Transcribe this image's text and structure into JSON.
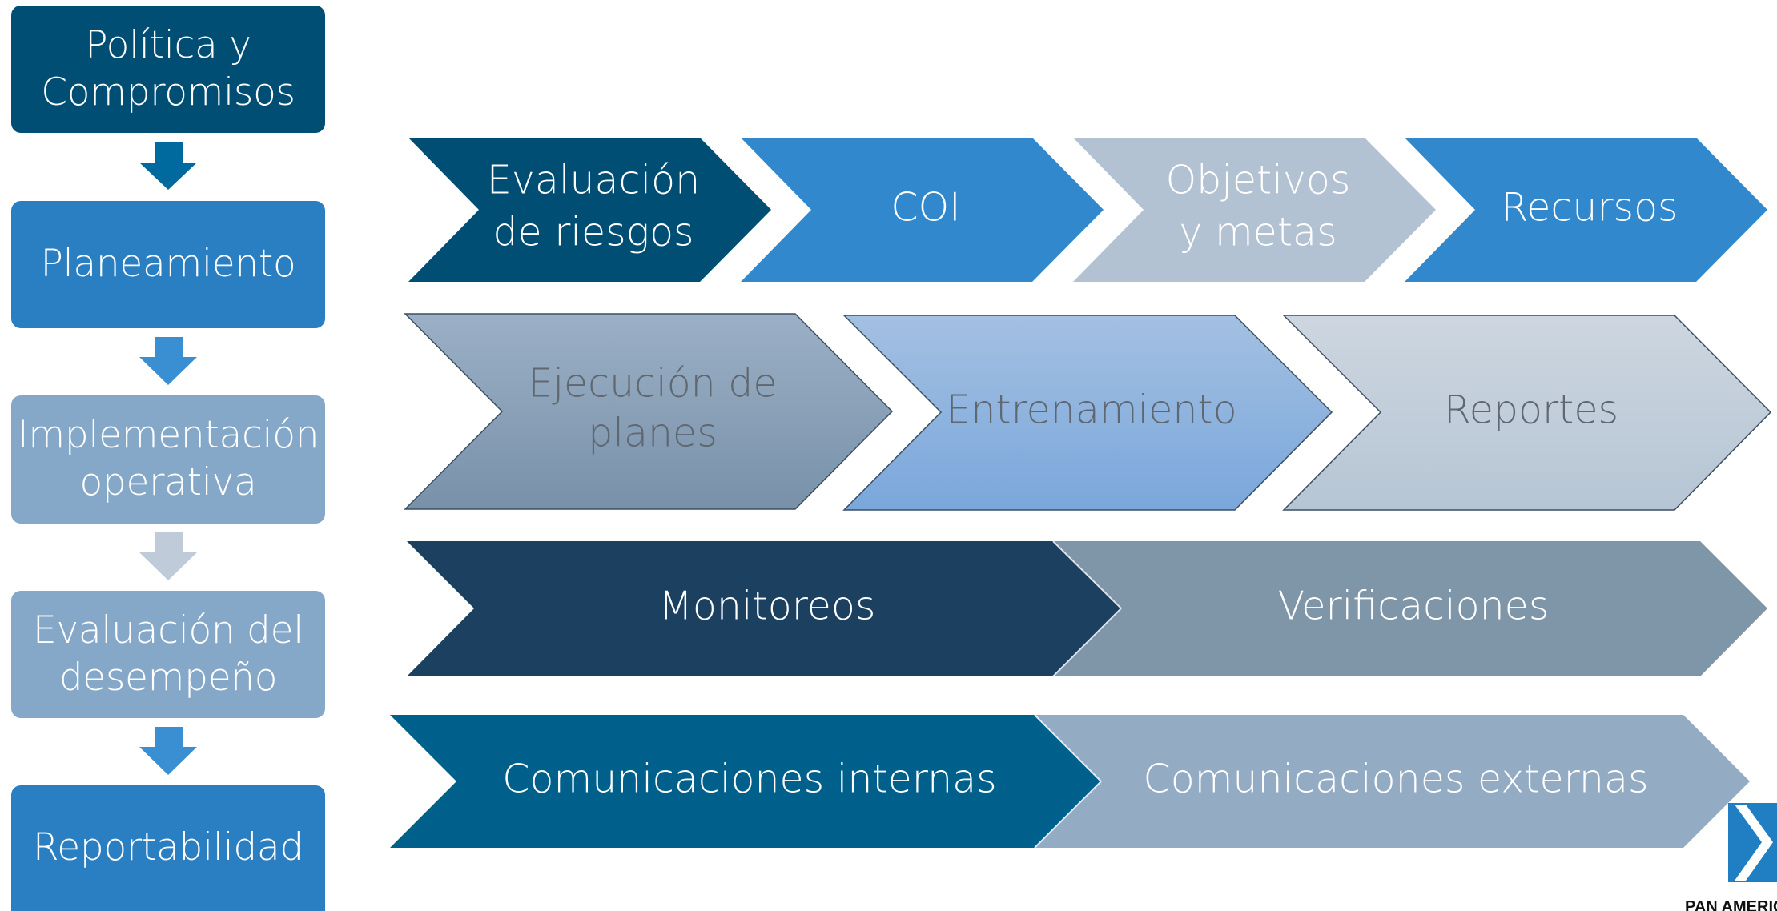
{
  "colors": {
    "dark_navy": "#004e74",
    "mid_blue": "#2a7ec2",
    "light_steel": "#86a8c8",
    "pale_gray_blue": "#b3c2d3",
    "navy_band": "#1c4060",
    "slate": "#7f95a8",
    "teal_blue": "#00608c",
    "gray_blue": "#94abc4"
  },
  "sidebar": {
    "steps": [
      {
        "label": "Política y\nCompromisos"
      },
      {
        "label": "Planeamiento"
      },
      {
        "label": "Implementación\noperativa"
      },
      {
        "label": "Evaluación del\ndesempeño"
      },
      {
        "label": "Reportabilidad"
      }
    ],
    "arrow_icon": "down-arrow-icon"
  },
  "rows": {
    "planning": [
      {
        "lines": [
          "Evaluación",
          "de riesgos"
        ]
      },
      {
        "lines": [
          "COI"
        ]
      },
      {
        "lines": [
          "Objetivos",
          "y metas"
        ]
      },
      {
        "lines": [
          "Recursos"
        ]
      }
    ],
    "implementation": [
      {
        "lines": [
          "Ejecución de",
          "planes"
        ]
      },
      {
        "lines": [
          "Entrenamiento"
        ]
      },
      {
        "lines": [
          "Reportes"
        ]
      }
    ],
    "evaluation": [
      {
        "lines": [
          "Monitoreos"
        ]
      },
      {
        "lines": [
          "Verificaciones"
        ]
      }
    ],
    "reporting": [
      {
        "lines": [
          "Comunicaciones internas"
        ]
      },
      {
        "lines": [
          "Comunicaciones externas"
        ]
      }
    ]
  },
  "logo": {
    "icon": "pan-american-logo-icon",
    "text": "PAN AMERICAN"
  }
}
